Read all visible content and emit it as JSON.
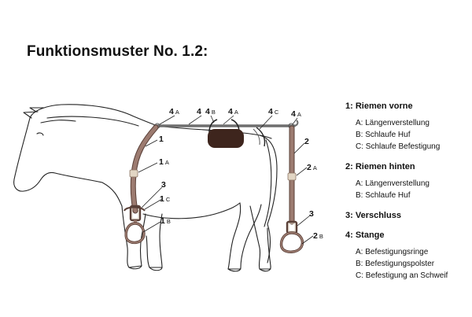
{
  "title": "Funktionsmuster No. 1.2:",
  "colors": {
    "strap": "#9c7b70",
    "strap_edge": "#5a4038",
    "pad": "#3e251d",
    "rod": "#6e6e6e",
    "ring": "#e2d6c4",
    "outline": "#222222"
  },
  "callouts": {
    "rod_a1": {
      "num": "4",
      "sub": "A"
    },
    "rod_plain": {
      "num": "4",
      "sub": ""
    },
    "rod_b": {
      "num": "4",
      "sub": "B"
    },
    "rod_a2": {
      "num": "4",
      "sub": "A"
    },
    "rod_c": {
      "num": "4",
      "sub": "C"
    },
    "rod_a3": {
      "num": "4",
      "sub": "A"
    },
    "front_1": {
      "num": "1",
      "sub": ""
    },
    "front_1a": {
      "num": "1",
      "sub": "A"
    },
    "front_3": {
      "num": "3",
      "sub": ""
    },
    "front_1c": {
      "num": "1",
      "sub": "C"
    },
    "front_1b": {
      "num": "1",
      "sub": "B"
    },
    "rear_2": {
      "num": "2",
      "sub": ""
    },
    "rear_2a": {
      "num": "2",
      "sub": "A"
    },
    "rear_3": {
      "num": "3",
      "sub": ""
    },
    "rear_2b": {
      "num": "2",
      "sub": "B"
    }
  },
  "legend": {
    "s1": {
      "num": "1",
      "label": ": Riemen vorne",
      "items": [
        {
          "key": "A",
          "text": ": Längenverstellung"
        },
        {
          "key": "B",
          "text": ": Schlaufe Huf"
        },
        {
          "key": "C",
          "text": ": Schlaufe Befestigung"
        }
      ]
    },
    "s2": {
      "num": "2",
      "label": ": Riemen hinten",
      "items": [
        {
          "key": "A",
          "text": ": Längenverstellung"
        },
        {
          "key": "B",
          "text": ": Schlaufe Huf"
        }
      ]
    },
    "s3": {
      "num": "3",
      "label": ": Verschluss",
      "items": []
    },
    "s4": {
      "num": "4",
      "label": ": Stange",
      "items": [
        {
          "key": "A",
          "text": ": Befestigungsringe"
        },
        {
          "key": "B",
          "text": ": Befestigungspolster"
        },
        {
          "key": "C",
          "text": ": Befestigung an Schweif"
        }
      ]
    }
  }
}
